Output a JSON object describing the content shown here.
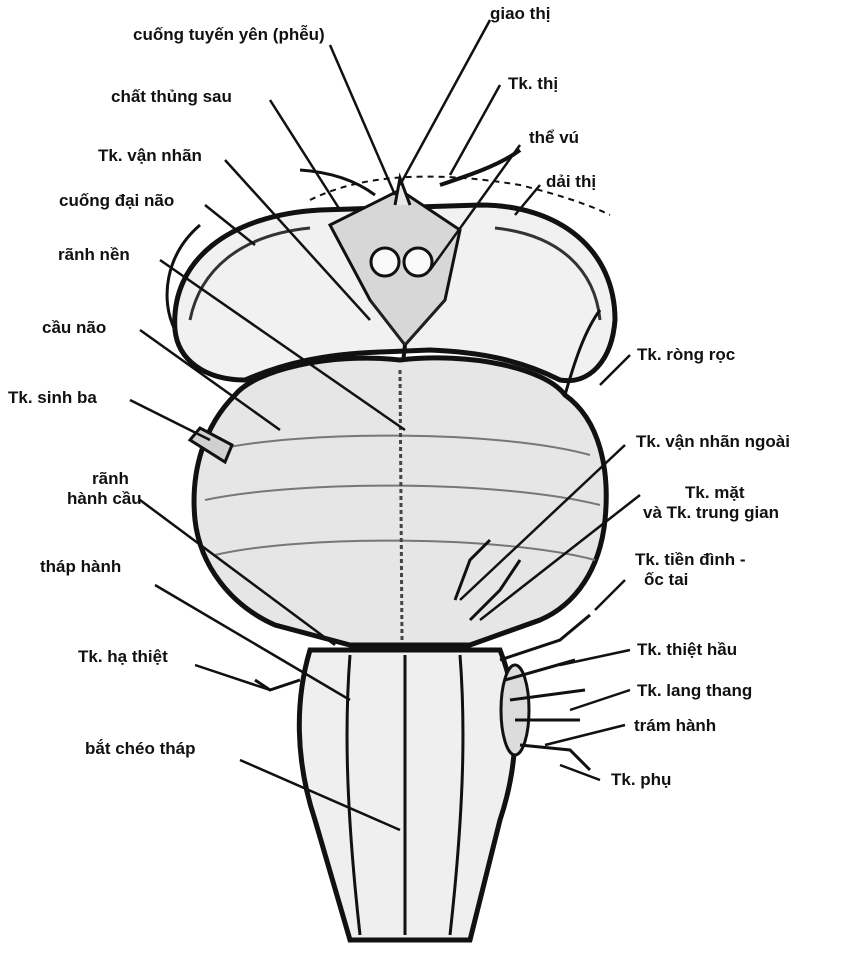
{
  "labels": {
    "pituitary_stalk": "cuống tuyến yên (phễu)",
    "optic_chiasm": "giao thị",
    "posterior_perforated": "chất thủng sau",
    "optic_nerve": "Tk. thị",
    "oculomotor": "Tk. vận nhãn",
    "mammillary": "thể vú",
    "cerebral_peduncle": "cuống đại não",
    "optic_tract": "dải thị",
    "basilar_sulcus": "rãnh nền",
    "pons": "cầu não",
    "trochlear": "Tk. ròng rọc",
    "trigeminal": "Tk. sinh ba",
    "abducens": "Tk. vận nhãn ngoài",
    "bulbopontine_sulcus_1": "rãnh",
    "bulbopontine_sulcus_2": "hành cầu",
    "facial_1": "Tk. mặt",
    "facial_2": "và Tk. trung gian",
    "pyramid": "tháp hành",
    "vestibulocochlear_1": "Tk. tiền đình -",
    "vestibulocochlear_2": "ốc tai",
    "hypoglossal": "Tk. hạ thiệt",
    "glossopharyngeal": "Tk. thiệt hầu",
    "vagus": "Tk. lang thang",
    "olive": "trám hành",
    "pyramidal_decussation": "bắt chéo tháp",
    "accessory": "Tk. phụ"
  }
}
